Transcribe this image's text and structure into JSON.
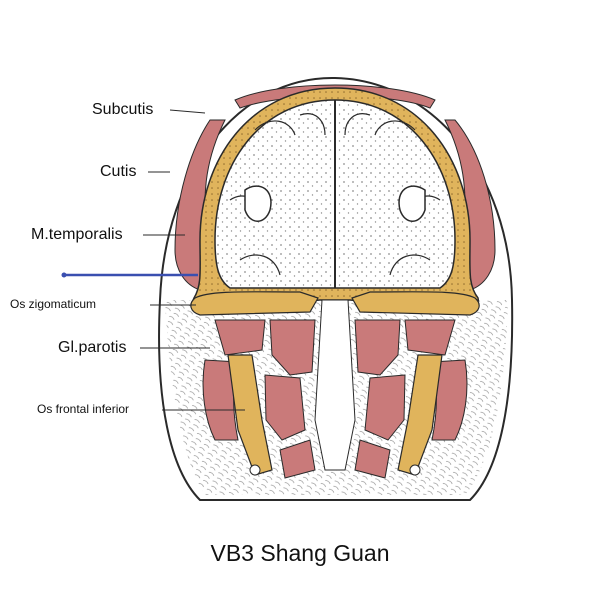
{
  "caption": "VB3 Shang Guan",
  "labels": {
    "subcutis": "Subcutis",
    "cutis": "Cutis",
    "m_temporalis": "M.temporalis",
    "os_zigomaticum": "Os zigomaticum",
    "gl_parotis": "Gl.parotis",
    "os_frontal_inferior": "Os frontal inferior"
  },
  "colors": {
    "muscle": "#c97a7a",
    "bone": "#e0b45c",
    "outline": "#2a2a2a",
    "needle": "#3a4fb0"
  }
}
